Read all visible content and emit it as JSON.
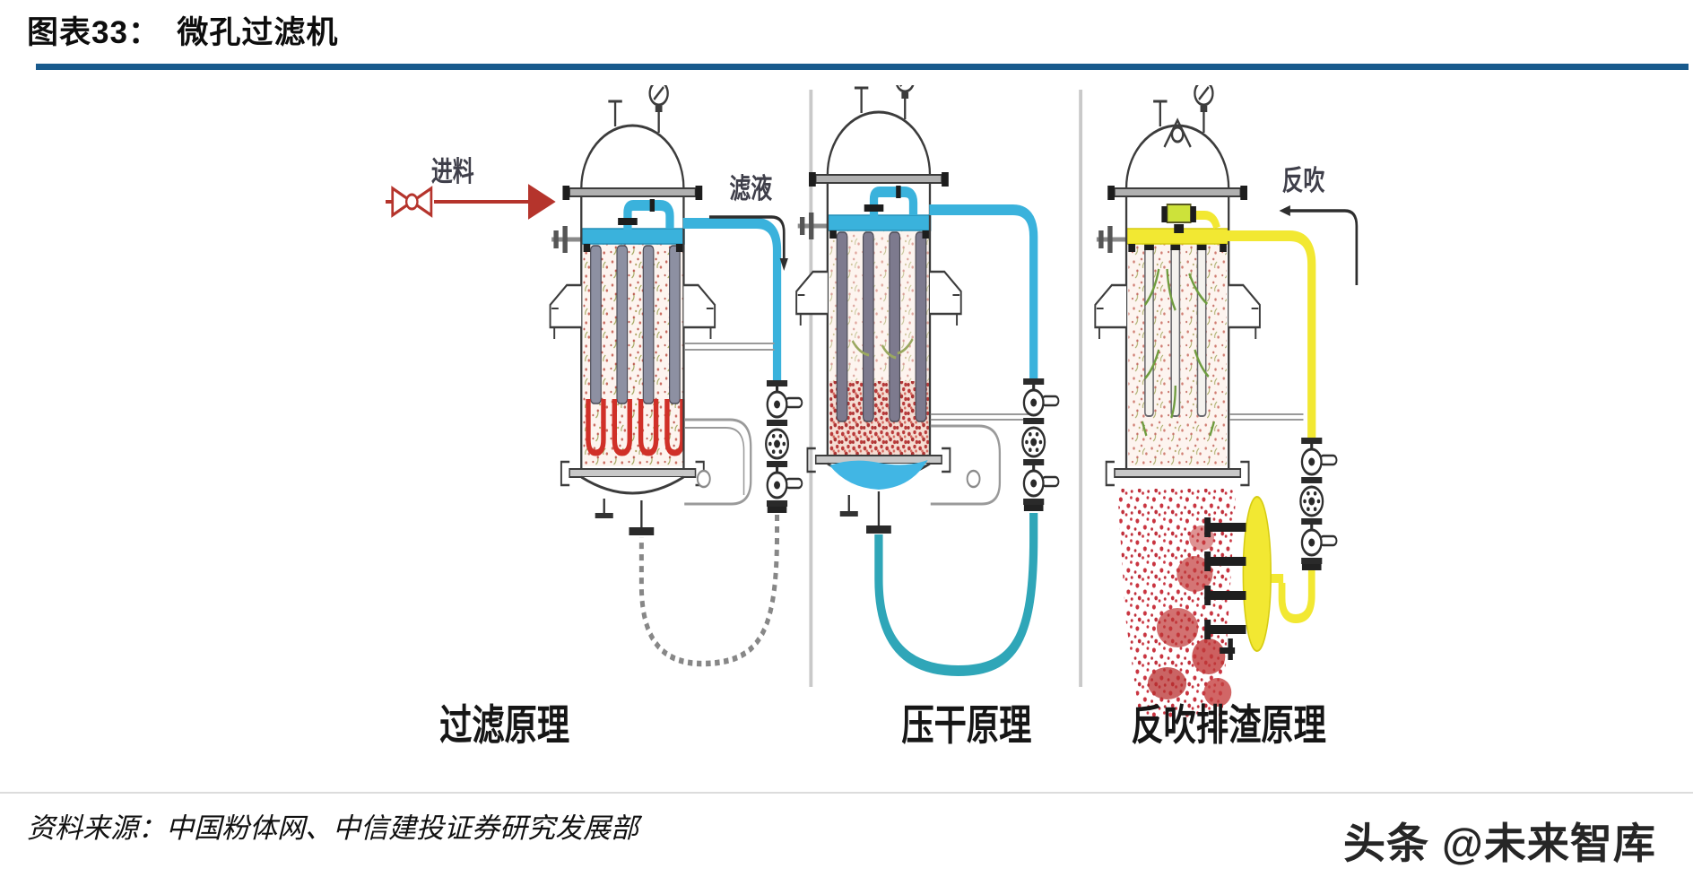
{
  "header": {
    "title": "图表33：　微孔过滤机"
  },
  "diagram": {
    "panels": [
      {
        "caption": "过滤原理",
        "feed_label": "进料",
        "filtrate_label": "滤液"
      },
      {
        "caption": "压干原理"
      },
      {
        "caption": "反吹排渣原理",
        "backblow_label": "反吹"
      }
    ],
    "colors": {
      "rule_navy": "#185a8d",
      "pipe_blue": "#3ab2dc",
      "pipe_teal": "#2fa6b8",
      "pipe_yellow": "#f2e832",
      "feed_red": "#b5342c",
      "slag_red": "#c2383f",
      "liquid_blue": "#41b6e4",
      "divider_gray": "#c9c9c9"
    }
  },
  "footer": {
    "source": "资料来源：中国粉体网、中信建投证券研究发展部",
    "watermark": "头条 @未来智库"
  }
}
